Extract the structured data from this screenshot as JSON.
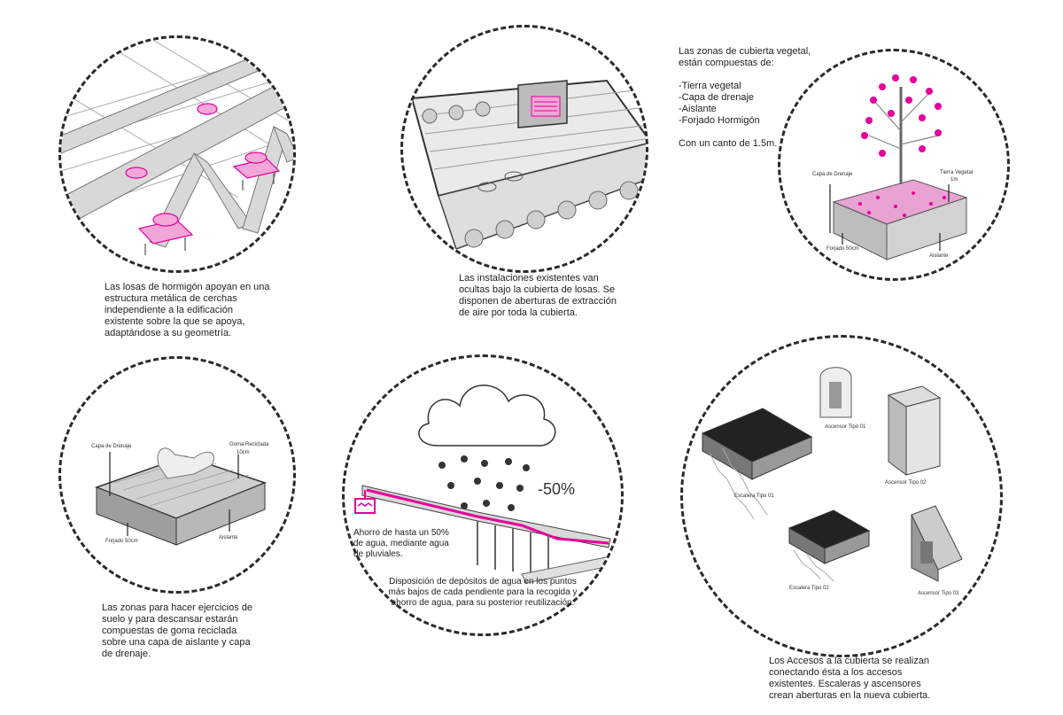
{
  "panels": {
    "structure": {
      "caption": "Las losas de hormigón apoyan en una estructura metálica de cerchas independiente a la edificación existente sobre la que se apoya, adaptándose a su geometría."
    },
    "installations": {
      "caption": "Las instalaciones existentes van ocultas bajo la cubierta de losas. Se disponen de aberturas de extracción de aire por toda la cubierta."
    },
    "green_roof": {
      "intro": "Las zonas de cubierta vegetal, están compuestas de:",
      "layers": [
        "-Tierra vegetal",
        "-Capa de drenaje",
        "-Aislante",
        "-Forjado Hormigón"
      ],
      "note": "Con un canto de 1.5m.",
      "labels": {
        "capa_drenaje": "Capa de Drenaje",
        "tierra_vegetal": "Tierra Vegetal",
        "tierra_vegetal_dim": "1m",
        "forjado": "Forjado 50cm",
        "aislante": "Aislante"
      }
    },
    "exercise": {
      "labels": {
        "capa_drenaje": "Capa de Drenaje",
        "goma": "Goma Reciclada",
        "goma_dim": "10cm",
        "forjado": "Forjado 50cm",
        "aislante": "Aislante"
      },
      "caption": "Las zonas para hacer ejercicios de suelo y para descansar estarán compuestas de goma reciclada sobre una capa de aislante y capa de drenaje."
    },
    "water": {
      "percent": "-50%",
      "inner_note": "Ahorro de hasta un 50% de agua, mediante agua de pluviales.",
      "caption": "Disposición de depósitos de agua en los puntos más bajos de cada pendiente para la recogida y ahorro de agua, para su posterior reutilización."
    },
    "access": {
      "labels": {
        "ascensor1": "Ascensor Tipo 01",
        "ascensor2": "Ascensor Tipo 02",
        "ascensor3": "Ascensor Tipo 03",
        "escalera1": "Escalera Tipo 01",
        "escalera2": "Escalera Tipo 02"
      },
      "caption": "Los Accesos a la cubierta se realizan conectando ésta a los accesos existentes. Escaleras y ascensores crean aberturas en la nueva cubierta."
    }
  },
  "colors": {
    "accent": "#e6009a",
    "accent_light": "#f4a6d8",
    "line": "#2a2a2a",
    "gray": "#cfcfcf"
  }
}
